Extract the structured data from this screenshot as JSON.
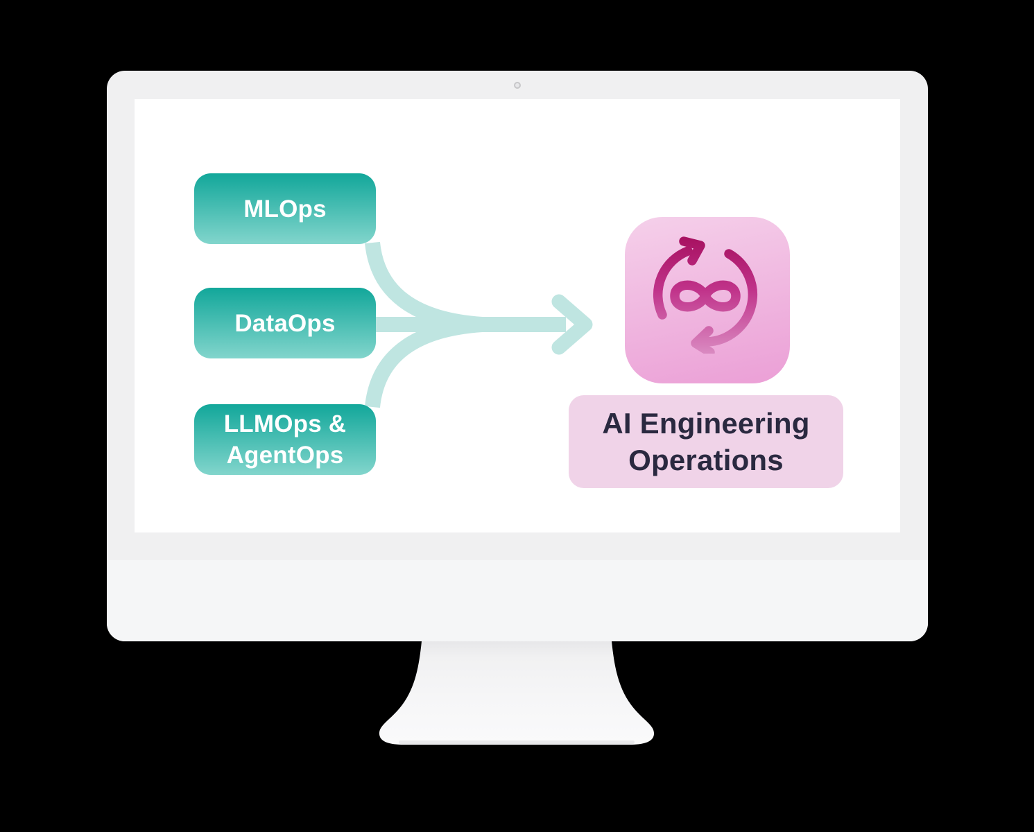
{
  "scene": {
    "background_color": "#000000",
    "description": "iMac-style monitor mockup displaying a diagram of MLOps, DataOps and LLMOps & AgentOps merging into AI Engineering Operations"
  },
  "monitor": {
    "bezel_color": "#f0f0f1",
    "chin_color": "#f5f6f7",
    "screen_color": "#ffffff",
    "camera_icon": "camera-dot-icon"
  },
  "diagram": {
    "sources": [
      {
        "label": "MLOps"
      },
      {
        "label": "DataOps"
      },
      {
        "label": "LLMOps &\nAgentOps"
      }
    ],
    "connector": {
      "icon": "merge-arrow-icon",
      "color": "#bfe5e1"
    },
    "target": {
      "icon": "infinity-cycle-icon",
      "label": "AI Engineering\nOperations"
    },
    "colors": {
      "source-top": "#12a79a",
      "source-bottom": "#82d5cc",
      "source-text": "#ffffff",
      "target-icon-top": "#f5d0ea",
      "target-icon-bottom": "#eb9fd6",
      "target-label-bg": "#f0d3e8",
      "target-label-text": "#2a2940",
      "icon-stroke-top": "#a81262",
      "icon-stroke-bottom": "#d988c0"
    }
  }
}
